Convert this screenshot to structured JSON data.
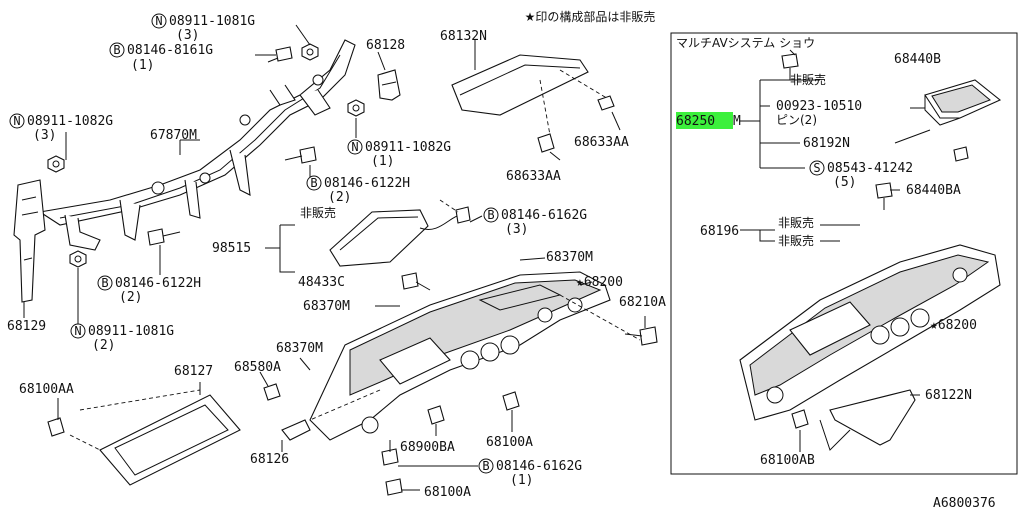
{
  "header_note": "★印の構成部品は非販売",
  "box_title": "マルチAVシステム ショウ",
  "figure_id": "A6800376",
  "highlight_color": "#3cf03c",
  "labels": {
    "p68250": "68250",
    "m_suffix": "M",
    "p08911_1081g_a": "08911-1081G",
    "q3a": "(3)",
    "p08146_8161g": "08146-8161G",
    "q1a": "(1)",
    "p68128": "68128",
    "p68132n": "68132N",
    "p08911_1082g_a": "08911-1082G",
    "q3b": "(3)",
    "p67870m": "67870M",
    "p08911_1082g_b": "08911-1082G",
    "q1b": "(1)",
    "p68633aa_a": "68633AA",
    "p68633aa_b": "68633AA",
    "p08146_6122h_a": "08146-6122H",
    "q2a": "(2)",
    "hihanbai_a": "非販売",
    "p08146_6162g_a": "08146-6162G",
    "q3c": "(3)",
    "p98515": "98515",
    "p68370m_a": "68370M",
    "p68200_a": "★68200",
    "p48433c": "48433C",
    "p68210a": "68210A",
    "p08146_6122h_b": "08146-6122H",
    "q2b": "(2)",
    "p68370m_b": "68370M",
    "p68129": "68129",
    "p08911_1081g_b": "08911-1081G",
    "q2c": "(2)",
    "p68370m_c": "68370M",
    "p68127": "68127",
    "p68580a": "68580A",
    "p68100aa": "68100AA",
    "p68126": "68126",
    "p68900ba": "68900BA",
    "p68100a_a": "68100A",
    "p08146_6162g_b": "08146-6162G",
    "q1c": "(1)",
    "p68100a_b": "68100A",
    "hihanbai_b": "非販売",
    "p00923_10510": "00923-10510",
    "pin2": "ピン(2)",
    "p68192n": "68192N",
    "p08543_41242": "08543-41242",
    "q5": "(5)",
    "p68440b": "68440B",
    "p68440ba": "68440BA",
    "p68196": "68196",
    "hihanbai_c": "非販売",
    "hihanbai_d": "非販売",
    "p68200_b": "★68200",
    "p68122n": "68122N",
    "p68100ab": "68100AB",
    "code_n": "N",
    "code_b": "B",
    "code_s": "S"
  }
}
